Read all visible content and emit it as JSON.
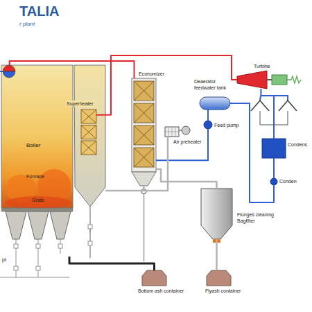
{
  "diagram": {
    "title": "TALIA",
    "nodes": [
      {
        "text": [
          "Boiler"
        ]
      },
      {
        "text": [
          "Superheater"
        ],
        "in": 0
      },
      {
        "text": [
          "Economizer"
        ]
      },
      {
        "text": [
          "Air preheater"
        ]
      },
      {
        "text": [
          "Deaerator feedwater tank"
        ]
      },
      {
        "text": [
          "Feed pump"
        ]
      },
      {
        "text": [
          "Turbine"
        ]
      },
      {
        "text": [
          "Condens"
        ]
      },
      {
        "text": [
          "Conden"
        ]
      },
      {
        "text": [
          "Flunges cleaning Bagfilter"
        ]
      },
      {
        "text": [
          "Bottom ash container"
        ]
      },
      {
        "text": [
          "Flyash container"
        ]
      }
    ],
    "edges": [
      {
        "from": 1,
        "to": 6,
        "arrow": "none"
      },
      {
        "from": 2,
        "to": 0,
        "arrow": "none"
      },
      {
        "from": 5,
        "to": 2,
        "arrow": "none"
      },
      {
        "from": 4,
        "to": 5,
        "arrow": "none"
      },
      {
        "from": 6,
        "to": 7,
        "arrow": "none"
      },
      {
        "from": 7,
        "to": 8,
        "arrow": "none"
      },
      {
        "from": 8,
        "to": 4,
        "arrow": "none"
      },
      {
        "from": 2,
        "to": 9,
        "arrow": "none"
      },
      {
        "from": 9,
        "to": 11,
        "arrow": "none"
      },
      {
        "from": 0,
        "to": 10,
        "arrow": "none"
      },
      {
        "from": 3,
        "to": 0,
        "arrow": "none"
      }
    ],
    "labels": [
      "r plant",
      "Furnace",
      "Grate",
      "pt"
    ]
  }
}
